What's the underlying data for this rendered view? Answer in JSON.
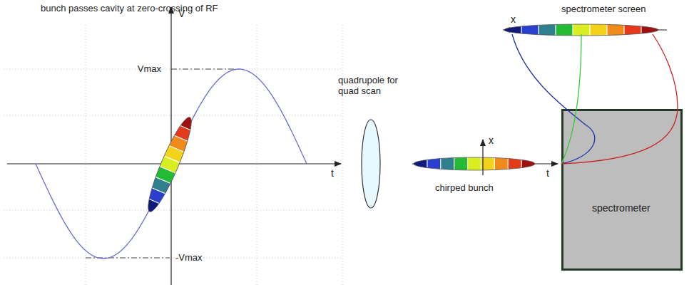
{
  "diagram": {
    "nodes": [
      {
        "text": [
          "spectrometer"
        ]
      }
    ],
    "labels": [
      "bunch passes cavity at zero-crossing of RF",
      "V",
      "Vmax",
      "-Vmax",
      "t",
      "quadrupole for quad scan",
      "x",
      "chirped bunch",
      "t",
      "x",
      "spectrometer screen"
    ]
  }
}
